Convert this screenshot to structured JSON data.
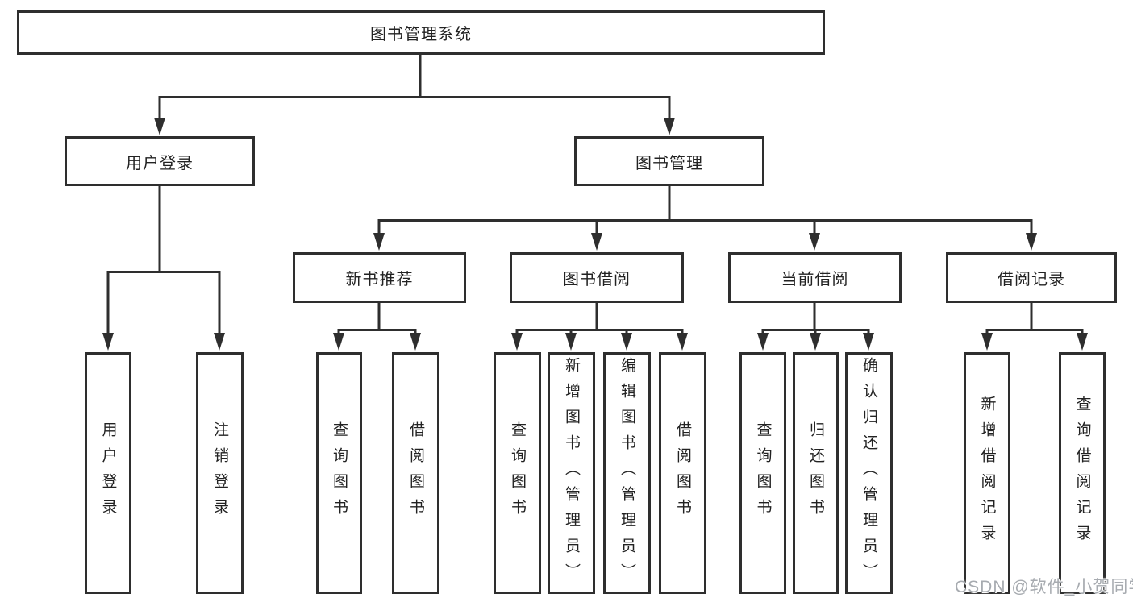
{
  "tree": {
    "root": {
      "label": "图书管理系统"
    },
    "branches": [
      {
        "label": "用户登录",
        "children": [
          {
            "label": "用户登录"
          },
          {
            "label": "注销登录"
          }
        ]
      },
      {
        "label": "图书管理",
        "children": [
          {
            "label": "新书推荐",
            "children": [
              {
                "label": "查询图书"
              },
              {
                "label": "借阅图书"
              }
            ]
          },
          {
            "label": "图书借阅",
            "children": [
              {
                "label": "查询图书"
              },
              {
                "label": "新增图书（管理员）"
              },
              {
                "label": "编辑图书（管理员）"
              },
              {
                "label": "借阅图书"
              }
            ]
          },
          {
            "label": "当前借阅",
            "children": [
              {
                "label": "查询图书"
              },
              {
                "label": "归还图书"
              },
              {
                "label": "确认归还（管理员）"
              }
            ]
          },
          {
            "label": "借阅记录",
            "children": [
              {
                "label": "新增借阅记录"
              },
              {
                "label": "查询借阅记录"
              }
            ]
          }
        ]
      }
    ]
  },
  "watermark": {
    "text": "CSDN @软件_小贺同学"
  },
  "colors": {
    "line": "#2e2e2e",
    "box_border": "#2e2e2e",
    "text": "#222222",
    "watermark": "#a7abb0",
    "background": "#ffffff"
  }
}
